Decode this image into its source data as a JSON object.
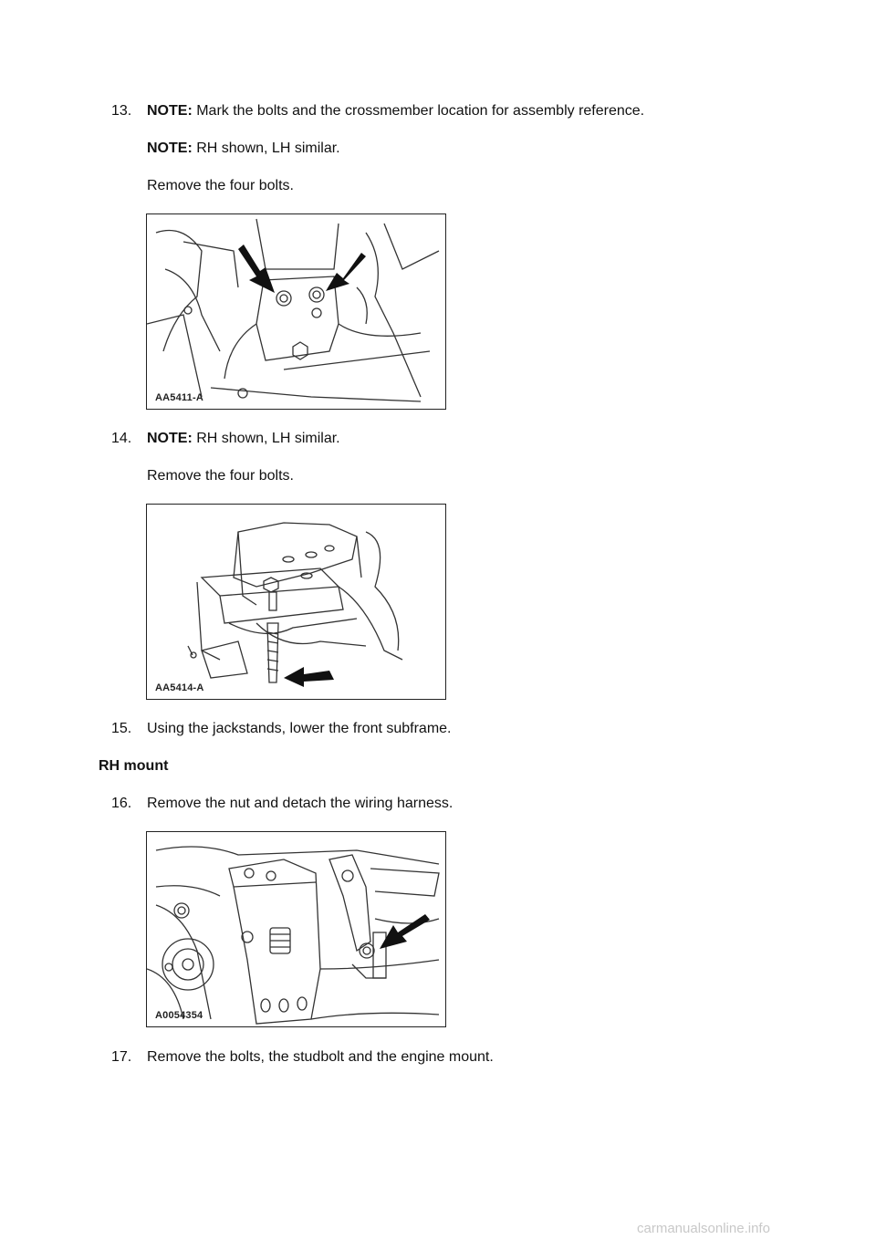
{
  "steps": [
    {
      "number": "13.",
      "note1_label": "NOTE:",
      "note1_text": " Mark the bolts and the crossmember location for assembly reference.",
      "note2_label": "NOTE:",
      "note2_text": " RH shown, LH similar.",
      "action": "Remove the four bolts.",
      "figure_label": "AA5411-A"
    },
    {
      "number": "14.",
      "note1_label": "NOTE:",
      "note1_text": " RH shown, LH similar.",
      "action": "Remove the four bolts.",
      "figure_label": "AA5414-A"
    },
    {
      "number": "15.",
      "text": "Using the jackstands, lower the front subframe."
    },
    {
      "number": "16.",
      "text": "Remove the nut and detach the wiring harness.",
      "figure_label": "A0054354"
    },
    {
      "number": "17.",
      "text": "Remove the bolts, the studbolt and the engine mount."
    }
  ],
  "section_heading": "RH mount",
  "watermark": "carmanualsonline.info"
}
